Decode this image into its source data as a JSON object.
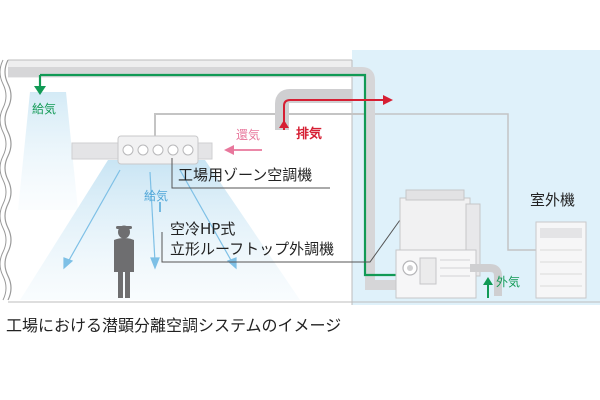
{
  "diagram": {
    "colors": {
      "supply": "#119a55",
      "return": "#e8779c",
      "exhaust": "#d61f33",
      "supply_spread": "#4fa6d8",
      "outdoor_bg": "#dff1fa",
      "duct": "#cfcfd1"
    },
    "labels": {
      "supply_top": "給気",
      "return_air": "還気",
      "exhaust": "排気",
      "zone_unit": "工場用ゾーン空調機",
      "supply_mid": "給気",
      "rooftop_line1": "空冷HP式",
      "rooftop_line2": "立形ルーフトップ外調機",
      "outside_air": "外気",
      "outdoor_unit": "室外機"
    },
    "caption": "工場における潜顕分離空調システムのイメージ",
    "icons": [
      "worker-silhouette-icon",
      "supply-arrow-icon",
      "return-arrow-icon",
      "exhaust-arrow-icon",
      "outside-air-arrow-icon"
    ]
  }
}
